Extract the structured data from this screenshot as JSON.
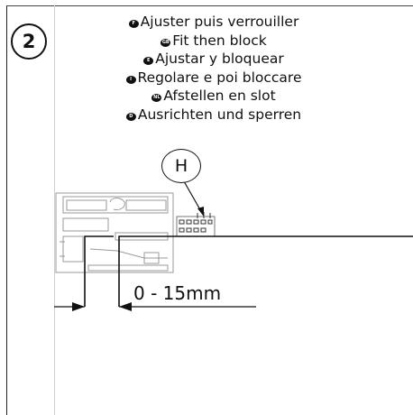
{
  "step": {
    "number": "2"
  },
  "instructions": [
    {
      "code": "F",
      "text": "Ajuster puis verrouiller"
    },
    {
      "code": "GB",
      "text": "Fit then block"
    },
    {
      "code": "E",
      "text": "Ajustar y bloquear"
    },
    {
      "code": "I",
      "text": "Regolare e poi bloccare"
    },
    {
      "code": "NL",
      "text": "Afstellen en slot"
    },
    {
      "code": "D",
      "text": "Ausrichten und sperren"
    }
  ],
  "callout": {
    "label": "H"
  },
  "dimension": {
    "label": "0 - 15mm"
  }
}
